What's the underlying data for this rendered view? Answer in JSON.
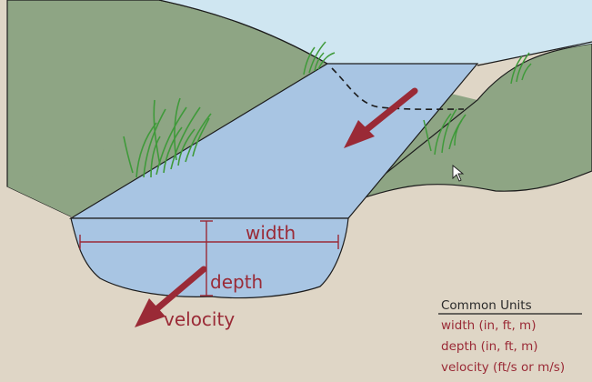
{
  "labels": {
    "width": "width",
    "depth": "depth",
    "velocity": "velocity"
  },
  "units": {
    "title": "Common Units",
    "lines": [
      "width (in, ft, m)",
      "depth (in, ft, m)",
      "velocity (ft/s or m/s)"
    ]
  },
  "colors": {
    "sky": "#cfe6f1",
    "hill": "#8ea584",
    "ground": "#dfd6c6",
    "water": "#a8c5e3",
    "outline": "#1c1c1c",
    "accent": "#9a2a36",
    "grass": "#3f9a3a"
  },
  "icons": {
    "cursor": "mouse-pointer-icon"
  }
}
